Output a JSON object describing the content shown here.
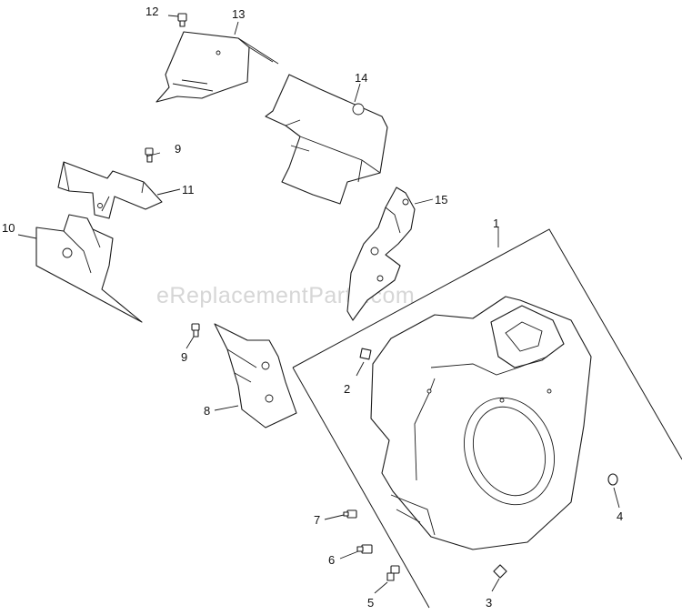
{
  "watermark": "eReplacementParts.com",
  "callouts": {
    "c1": "1",
    "c2": "2",
    "c3": "3",
    "c4": "4",
    "c5": "5",
    "c6": "6",
    "c7": "7",
    "c8": "8",
    "c9a": "9",
    "c9b": "9",
    "c10": "10",
    "c11": "11",
    "c12": "12",
    "c13": "13",
    "c14": "14",
    "c15": "15"
  }
}
